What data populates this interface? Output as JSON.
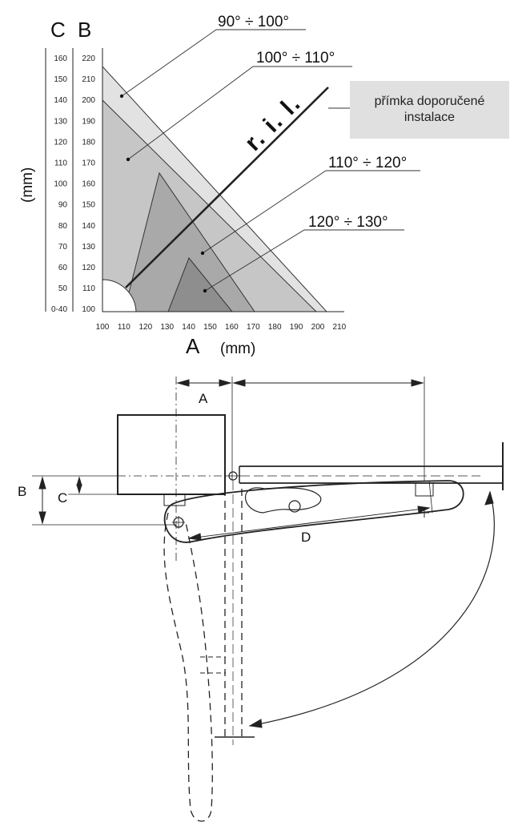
{
  "chart": {
    "axis_c_letter": "C",
    "axis_b_letter": "B",
    "axis_a_letter": "A",
    "y_unit": "(mm)",
    "x_unit": "(mm)",
    "c_ticks": [
      "160",
      "150",
      "140",
      "130",
      "120",
      "110",
      "100",
      "90",
      "80",
      "70",
      "60",
      "50",
      "0-40"
    ],
    "b_ticks": [
      "220",
      "210",
      "200",
      "190",
      "180",
      "170",
      "160",
      "150",
      "140",
      "130",
      "120",
      "110",
      "100"
    ],
    "a_ticks": [
      "100",
      "110",
      "120",
      "130",
      "140",
      "150",
      "160",
      "170",
      "180",
      "190",
      "200",
      "210"
    ],
    "zones": [
      {
        "label": "90° ÷ 100°",
        "color": "#e2e2e2"
      },
      {
        "label": "100° ÷ 110°",
        "color": "#c6c6c6"
      },
      {
        "label": "110° ÷ 120°",
        "color": "#a9a9a9"
      },
      {
        "label": "120° ÷ 130°",
        "color": "#8e8e8e"
      }
    ],
    "line_label": "r. i. l.",
    "legend_line1": "přímka doporučené",
    "legend_line2": "instalace"
  },
  "drawing": {
    "dim_a": "A",
    "dim_b": "B",
    "dim_c": "C",
    "dim_d": "D"
  }
}
